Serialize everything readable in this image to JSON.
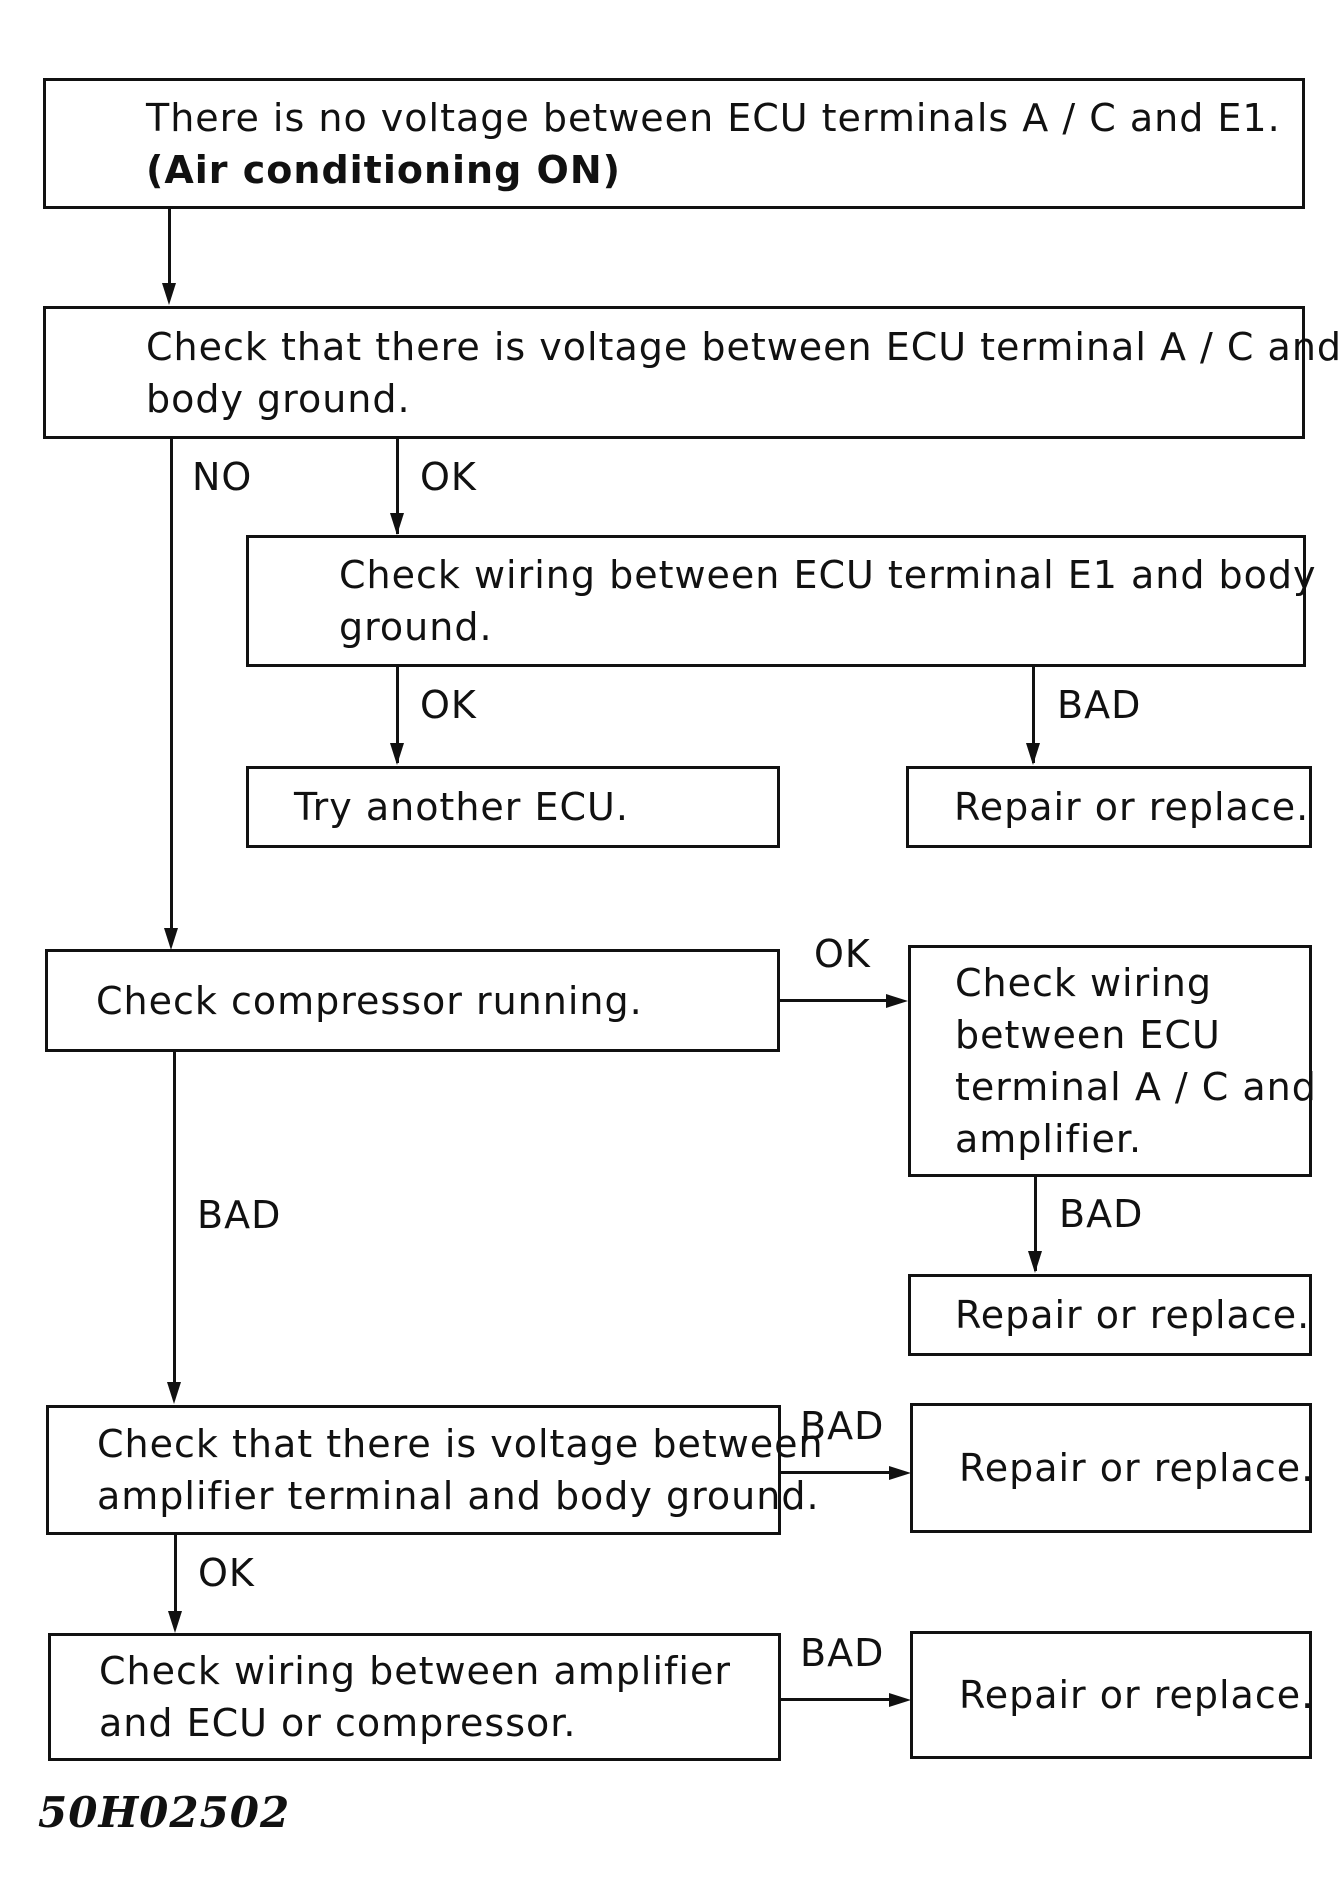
{
  "flowchart": {
    "start": {
      "line1": "There is no voltage between ECU terminals A / C and E1.",
      "line2": "(Air conditioning ON)"
    },
    "check_ac_voltage": {
      "line1": "Check that there is voltage between ECU terminal A / C and",
      "line2": "body ground."
    },
    "check_e1_wiring": {
      "line1": "Check wiring between ECU terminal E1 and body",
      "line2": "ground."
    },
    "try_another_ecu": "Try another ECU.",
    "repair_1": "Repair or replace.",
    "check_compressor": "Check compressor running.",
    "check_ac_amp_wiring": {
      "line1": "Check wiring",
      "line2": "between ECU",
      "line3": "terminal A / C and",
      "line4": "amplifier."
    },
    "repair_2": "Repair or replace.",
    "check_amp_voltage": {
      "line1": "Check that there is voltage between",
      "line2": "amplifier terminal and body ground."
    },
    "repair_3": "Repair or replace.",
    "check_amp_wiring": {
      "line1": "Check wiring between amplifier",
      "line2": "and ECU or compressor."
    },
    "repair_4": "Repair or replace.",
    "labels": {
      "no": "NO",
      "ok_1": "OK",
      "ok_2": "OK",
      "bad_1": "BAD",
      "ok_3": "OK",
      "bad_2": "BAD",
      "bad_3": "BAD",
      "bad_4": "BAD",
      "ok_4": "OK",
      "bad_5": "BAD"
    }
  },
  "figure_code": "50H02502"
}
